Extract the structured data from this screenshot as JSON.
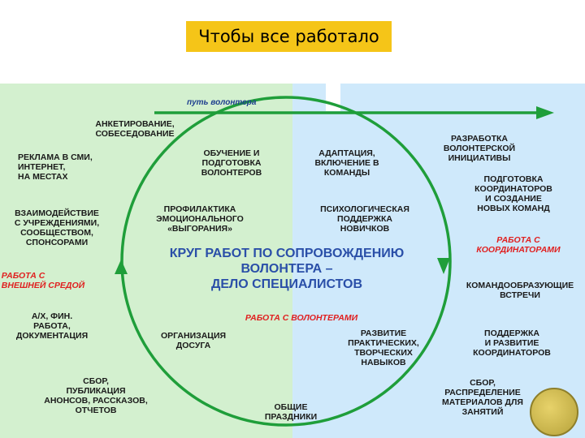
{
  "title": "Чтобы все работало",
  "path_label": "путь волонтера",
  "center": {
    "main": "КРУГ РАБОТ ПО СОПРОВОЖДЕНИЮ\nВОЛОНТЕРА –\nДЕЛО СПЕЦИАЛИСТОВ",
    "sub": "РАБОТА С ВОЛОНТЕРАМИ"
  },
  "colors": {
    "left_panel": "#d3f0cf",
    "right_panel": "#cfe9fb",
    "accent_green": "#1f9e3a",
    "accent_blue": "#2a4fa8",
    "accent_red": "#e02020",
    "title_bg": "#f5c518"
  },
  "left_items": {
    "anketirovanie": "АНКЕТИРОВАНИЕ,\nСОБЕСЕДОВАНИЕ",
    "reklama": "РЕКЛАМА В СМИ,\nИНТЕРНЕТ,\nНА МЕСТАХ",
    "vzaimodeystvie": "ВЗАИМОДЕЙСТВИЕ\nС УЧРЕЖДЕНИЯМИ,\nСООБЩЕСТВОМ,\nСПОНСОРАМИ",
    "rabota_vneshnei": "РАБОТА С\nВНЕШНЕЙ СРЕДОЙ",
    "ahfin": "А/Х, ФИН.\nРАБОТА,\nДОКУМЕНТАЦИЯ",
    "sbor_publ": "СБОР,\nПУБЛИКАЦИЯ\nАНОНСОВ, РАССКАЗОВ,\nОТЧЕТОВ"
  },
  "inner_items": {
    "obuchenie": "ОБУЧЕНИЕ И\nПОДГОТОВКА\nВОЛОНТЕРОВ",
    "adaptaciya": "АДАПТАЦИЯ,\nВКЛЮЧЕНИЕ В\nКОМАНДЫ",
    "profilaktika": "ПРОФИЛАКТИКА\nЭМОЦИОНАЛЬНОГО\n«ВЫГОРАНИЯ»",
    "psihologicheskaya": "ПСИХОЛОГИЧЕСКАЯ\nПОДДЕРЖКА\nНОВИЧКОВ",
    "organizaciya": "ОРГАНИЗАЦИЯ\nДОСУГА",
    "razvitie": "РАЗВИТИЕ\nПРАКТИЧЕСКИХ,\nТВОРЧЕСКИХ\nНАВЫКОВ",
    "obshie": "ОБЩИЕ\nПРАЗДНИКИ"
  },
  "right_items": {
    "razrabotka": "РАЗРАБОТКА\nВОЛОНТЕРСКОЙ\nИНИЦИАТИВЫ",
    "podgotovka_koord": "ПОДГОТОВКА\nКООРДИНАТОРОВ\nИ СОЗДАНИЕ\nНОВЫХ КОМАНД",
    "rabota_koord": "РАБОТА С\nКООРДИНАТОРАМИ",
    "komandoobr": "КОМАНДООБРАЗУЮЩИЕ\nВСТРЕЧИ",
    "podderzhka": "ПОДДЕРЖКА\nИ РАЗВИТИЕ\nКООРДИНАТОРОВ",
    "sbor_raspr": "СБОР,\nРАСПРЕДЕЛЕНИЕ\nМАТЕРИАЛОВ ДЛЯ\nЗАНЯТИЙ"
  }
}
